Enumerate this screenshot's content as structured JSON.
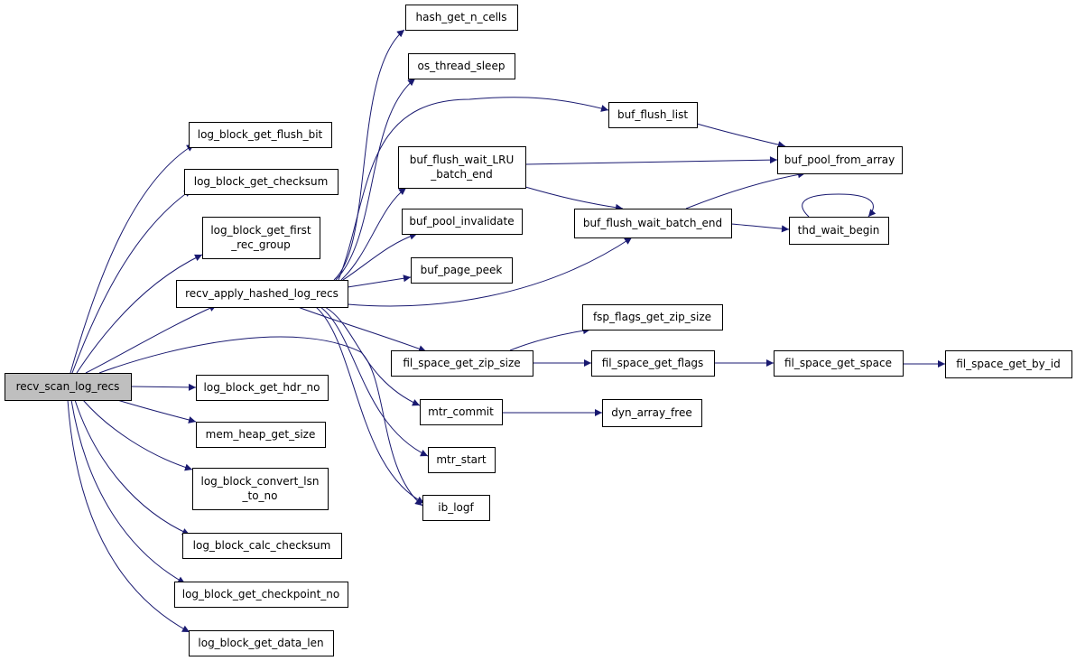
{
  "colors": {
    "edge": "#191970",
    "root_fill": "#bfbfbf",
    "node_fill": "#ffffff",
    "node_border": "#000000"
  },
  "nodes": {
    "recv_scan_log_recs": [
      "recv_scan_log_recs"
    ],
    "log_block_get_flush_bit": [
      "log_block_get_flush_bit"
    ],
    "log_block_get_checksum": [
      "log_block_get_checksum"
    ],
    "log_block_get_first_rec_group": [
      "log_block_get_first",
      "_rec_group"
    ],
    "recv_apply_hashed_log_recs": [
      "recv_apply_hashed_log_recs"
    ],
    "log_block_get_hdr_no": [
      "log_block_get_hdr_no"
    ],
    "mem_heap_get_size": [
      "mem_heap_get_size"
    ],
    "log_block_convert_lsn_to_no": [
      "log_block_convert_lsn",
      "_to_no"
    ],
    "log_block_calc_checksum": [
      "log_block_calc_checksum"
    ],
    "log_block_get_checkpoint_no": [
      "log_block_get_checkpoint_no"
    ],
    "log_block_get_data_len": [
      "log_block_get_data_len"
    ],
    "hash_get_n_cells": [
      "hash_get_n_cells"
    ],
    "os_thread_sleep": [
      "os_thread_sleep"
    ],
    "buf_flush_wait_LRU_batch_end": [
      "buf_flush_wait_LRU",
      "_batch_end"
    ],
    "buf_pool_invalidate": [
      "buf_pool_invalidate"
    ],
    "buf_page_peek": [
      "buf_page_peek"
    ],
    "fil_space_get_zip_size": [
      "fil_space_get_zip_size"
    ],
    "mtr_commit": [
      "mtr_commit"
    ],
    "mtr_start": [
      "mtr_start"
    ],
    "ib_logf": [
      "ib_logf"
    ],
    "buf_flush_list": [
      "buf_flush_list"
    ],
    "buf_pool_from_array": [
      "buf_pool_from_array"
    ],
    "buf_flush_wait_batch_end": [
      "buf_flush_wait_batch_end"
    ],
    "thd_wait_begin": [
      "thd_wait_begin"
    ],
    "fsp_flags_get_zip_size": [
      "fsp_flags_get_zip_size"
    ],
    "fil_space_get_flags": [
      "fil_space_get_flags"
    ],
    "fil_space_get_space": [
      "fil_space_get_space"
    ],
    "fil_space_get_by_id": [
      "fil_space_get_by_id"
    ],
    "dyn_array_free": [
      "dyn_array_free"
    ]
  },
  "edges": [
    [
      "recv_scan_log_recs",
      "log_block_get_flush_bit"
    ],
    [
      "recv_scan_log_recs",
      "log_block_get_checksum"
    ],
    [
      "recv_scan_log_recs",
      "log_block_get_first_rec_group"
    ],
    [
      "recv_scan_log_recs",
      "recv_apply_hashed_log_recs"
    ],
    [
      "recv_scan_log_recs",
      "ib_logf"
    ],
    [
      "recv_scan_log_recs",
      "log_block_get_hdr_no"
    ],
    [
      "recv_scan_log_recs",
      "mem_heap_get_size"
    ],
    [
      "recv_scan_log_recs",
      "log_block_convert_lsn_to_no"
    ],
    [
      "recv_scan_log_recs",
      "log_block_calc_checksum"
    ],
    [
      "recv_scan_log_recs",
      "log_block_get_checkpoint_no"
    ],
    [
      "recv_scan_log_recs",
      "log_block_get_data_len"
    ],
    [
      "recv_apply_hashed_log_recs",
      "hash_get_n_cells"
    ],
    [
      "recv_apply_hashed_log_recs",
      "os_thread_sleep"
    ],
    [
      "recv_apply_hashed_log_recs",
      "buf_flush_list"
    ],
    [
      "recv_apply_hashed_log_recs",
      "buf_flush_wait_LRU_batch_end"
    ],
    [
      "recv_apply_hashed_log_recs",
      "buf_pool_invalidate"
    ],
    [
      "recv_apply_hashed_log_recs",
      "buf_page_peek"
    ],
    [
      "recv_apply_hashed_log_recs",
      "buf_flush_wait_batch_end"
    ],
    [
      "recv_apply_hashed_log_recs",
      "fil_space_get_zip_size"
    ],
    [
      "recv_apply_hashed_log_recs",
      "mtr_commit"
    ],
    [
      "recv_apply_hashed_log_recs",
      "mtr_start"
    ],
    [
      "recv_apply_hashed_log_recs",
      "ib_logf"
    ],
    [
      "buf_flush_list",
      "buf_pool_from_array"
    ],
    [
      "buf_flush_wait_LRU_batch_end",
      "buf_pool_from_array"
    ],
    [
      "buf_flush_wait_LRU_batch_end",
      "buf_flush_wait_batch_end"
    ],
    [
      "buf_flush_wait_batch_end",
      "buf_pool_from_array"
    ],
    [
      "buf_flush_wait_batch_end",
      "thd_wait_begin"
    ],
    [
      "thd_wait_begin",
      "thd_wait_begin"
    ],
    [
      "fil_space_get_zip_size",
      "fsp_flags_get_zip_size"
    ],
    [
      "fil_space_get_zip_size",
      "fil_space_get_flags"
    ],
    [
      "fil_space_get_flags",
      "fil_space_get_space"
    ],
    [
      "fil_space_get_space",
      "fil_space_get_by_id"
    ],
    [
      "mtr_commit",
      "dyn_array_free"
    ]
  ]
}
